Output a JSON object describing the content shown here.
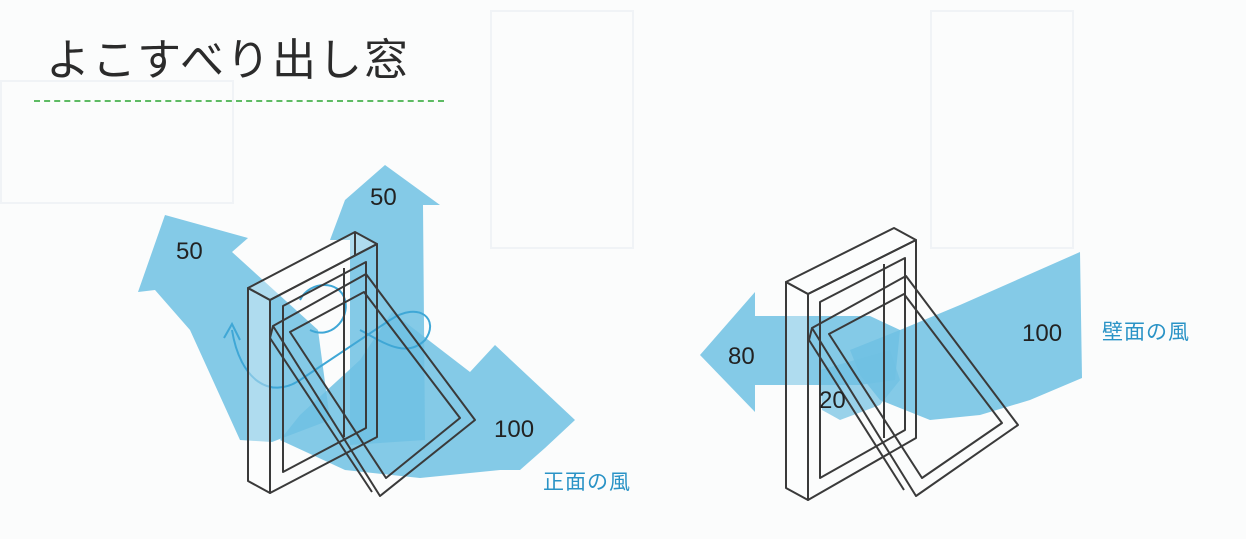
{
  "title": "よこすべり出し窓",
  "colors": {
    "flow": "#6fc1e3",
    "flow_dark": "#3fa7d6",
    "frame": "#3a3a3a",
    "caption": "#2a93c6",
    "rule": "#5dbb63"
  },
  "left_diagram": {
    "flow_up": "50",
    "flow_left": "50",
    "flow_in": "100",
    "caption": "正面の風"
  },
  "right_diagram": {
    "flow_out": "80",
    "flow_through": "20",
    "flow_in": "100",
    "caption": "壁面の風"
  }
}
